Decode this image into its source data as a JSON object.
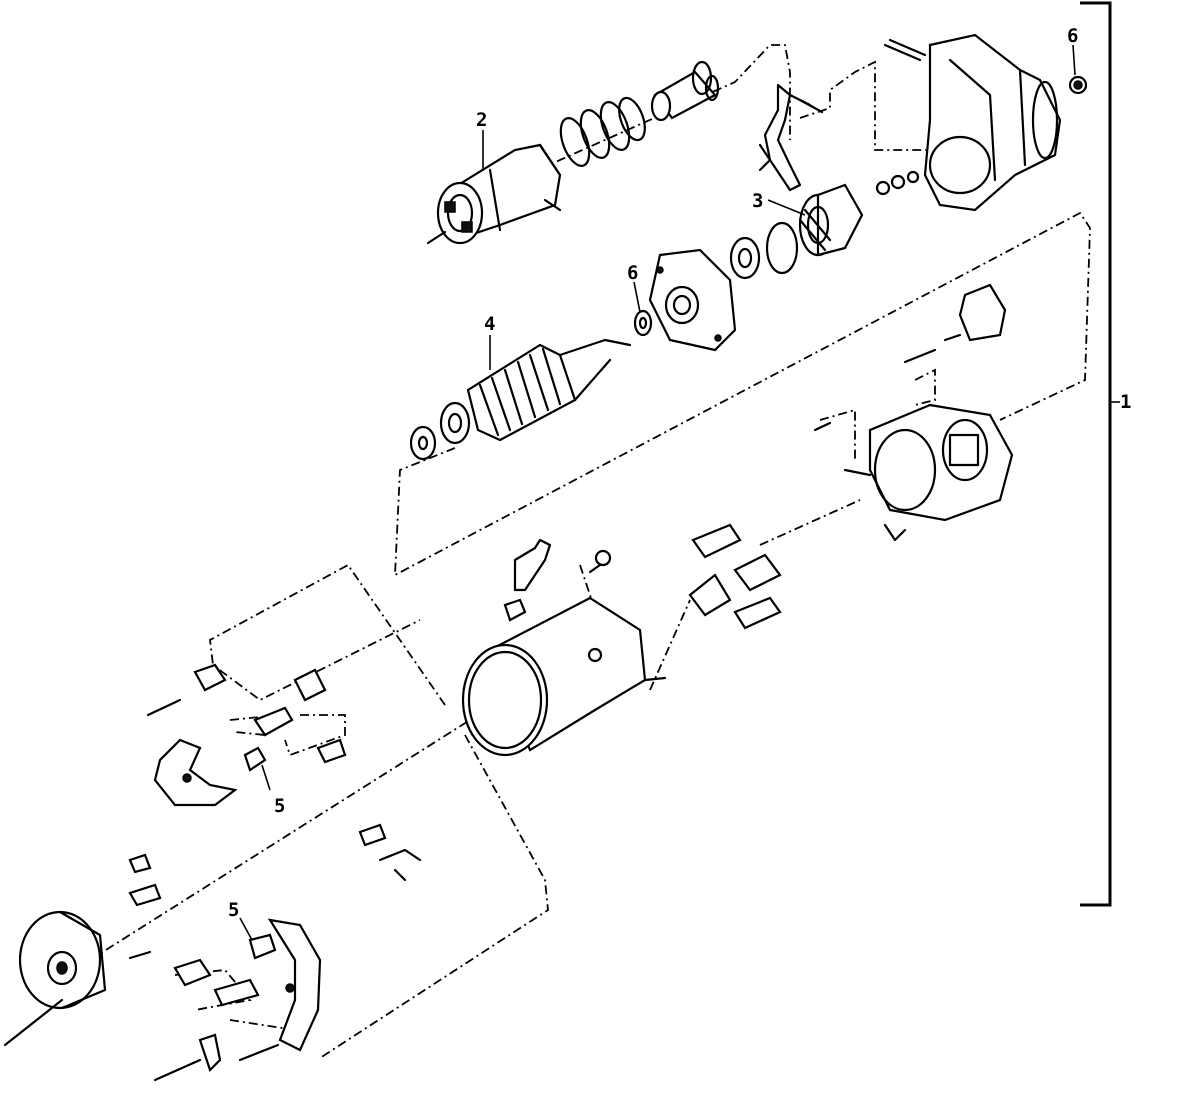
{
  "callouts": {
    "c1": "1",
    "c2": "2",
    "c3": "3",
    "c4": "4",
    "c5a": "5",
    "c5b": "5",
    "c6a": "6",
    "c6b": "6"
  }
}
